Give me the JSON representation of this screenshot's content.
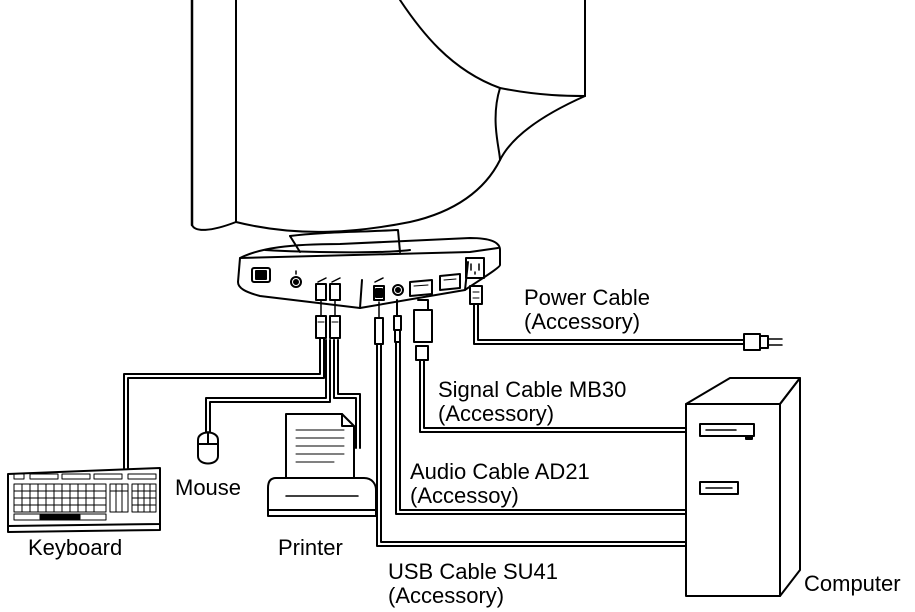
{
  "labels": {
    "power_cable": "Power Cable",
    "power_cable_note": "(Accessory)",
    "signal_cable": "Signal Cable MB30",
    "signal_cable_note": "(Accessory)",
    "audio_cable": "Audio Cable AD21",
    "audio_cable_note": "(Accessoy)",
    "usb_cable": "USB Cable SU41",
    "usb_cable_note": "(Accessory)",
    "mouse": "Mouse",
    "keyboard": "Keyboard",
    "printer": "Printer",
    "computer": "Computer"
  },
  "colors": {
    "line": "#000000",
    "background": "#ffffff"
  }
}
